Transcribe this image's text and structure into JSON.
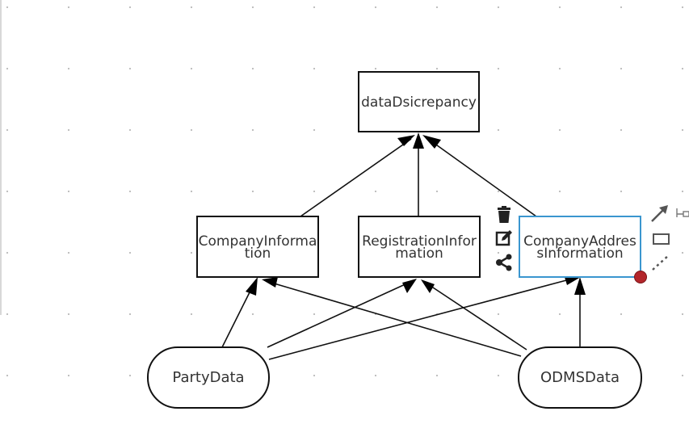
{
  "diagram": {
    "nodes": [
      {
        "id": "dataDsicrepancy",
        "label": "dataDsicrepancy",
        "shape": "rectangle",
        "selected": false
      },
      {
        "id": "CompanyInformation",
        "label": "CompanyInformation",
        "shape": "rectangle",
        "selected": false
      },
      {
        "id": "RegistrationInformation",
        "label": "RegistrationInformation",
        "shape": "rectangle",
        "selected": false
      },
      {
        "id": "CompanyAddressInformation",
        "label": "CompanyAddressInformation",
        "shape": "rectangle",
        "selected": true
      },
      {
        "id": "PartyData",
        "label": "PartyData",
        "shape": "rounded",
        "selected": false
      },
      {
        "id": "ODMSData",
        "label": "ODMSData",
        "shape": "rounded",
        "selected": false
      }
    ],
    "edges": [
      {
        "from": "CompanyInformation",
        "to": "dataDsicrepancy"
      },
      {
        "from": "RegistrationInformation",
        "to": "dataDsicrepancy"
      },
      {
        "from": "CompanyAddressInformation",
        "to": "dataDsicrepancy"
      },
      {
        "from": "PartyData",
        "to": "CompanyInformation"
      },
      {
        "from": "ODMSData",
        "to": "CompanyInformation"
      },
      {
        "from": "PartyData",
        "to": "RegistrationInformation"
      },
      {
        "from": "ODMSData",
        "to": "RegistrationInformation"
      },
      {
        "from": "PartyData",
        "to": "CompanyAddressInformation"
      },
      {
        "from": "ODMSData",
        "to": "CompanyAddressInformation"
      }
    ]
  },
  "toolbox": {
    "left": [
      "trash-icon",
      "edit-icon",
      "share-icon"
    ],
    "right": [
      "connector-arrow-icon",
      "add-shape-icon",
      "dotted-connector-icon"
    ]
  },
  "colors": {
    "selection": "#3a96cf",
    "resize_handle": "#b3262b",
    "stroke": "#111111",
    "grid_dot": "#b9b9b9"
  }
}
